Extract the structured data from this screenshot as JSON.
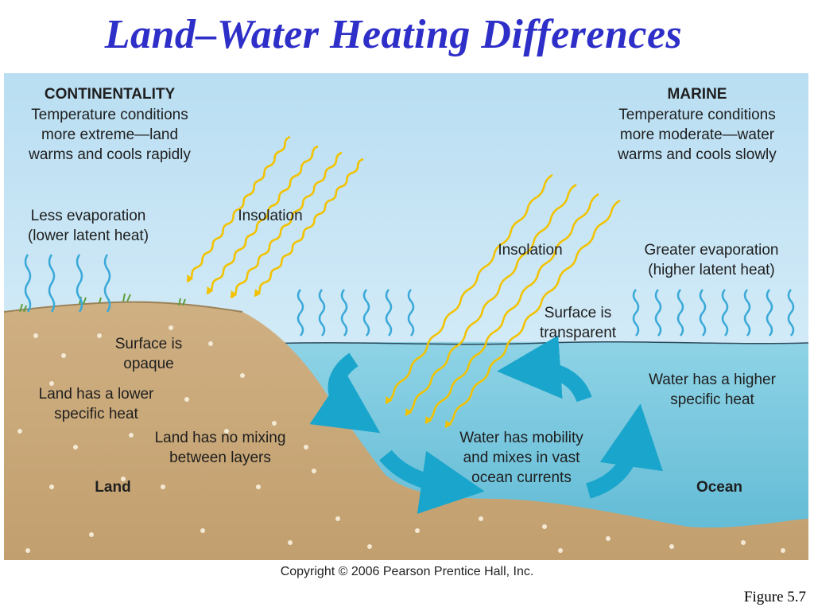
{
  "title": "Land–Water Heating Differences",
  "continentality": {
    "heading": "CONTINENTALITY",
    "lines": [
      "Temperature conditions",
      "more extreme—land",
      "warms and cools rapidly"
    ]
  },
  "marine": {
    "heading": "MARINE",
    "lines": [
      "Temperature conditions",
      "more moderate—water",
      "warms and cools slowly"
    ]
  },
  "land_labels": {
    "evaporation": [
      "Less evaporation",
      "(lower latent heat)"
    ],
    "insolation": "Insolation",
    "surface": [
      "Surface is",
      "opaque"
    ],
    "specific_heat": [
      "Land has a lower",
      "specific heat"
    ],
    "mixing": [
      "Land has no mixing",
      "between layers"
    ],
    "name": "Land"
  },
  "ocean_labels": {
    "insolation": "Insolation",
    "evaporation": [
      "Greater evaporation",
      "(higher latent heat)"
    ],
    "surface": [
      "Surface is",
      "transparent"
    ],
    "specific_heat": [
      "Water has a higher",
      "specific heat"
    ],
    "mixing": [
      "Water has mobility",
      "and mixes in vast",
      "ocean currents"
    ],
    "name": "Ocean"
  },
  "copyright": "Copyright © 2006 Pearson Prentice Hall, Inc.",
  "figure": "Figure  5.7",
  "colors": {
    "title": "#2e2ec8",
    "sky_top": "#b9def2",
    "sky_bottom": "#e6f4fb",
    "land": "#c8a878",
    "ocean": "#6cc4dc",
    "insolation": "#f2c200",
    "current_arrows": "#1aa6cc",
    "evaporation": "#3aa9d8"
  }
}
